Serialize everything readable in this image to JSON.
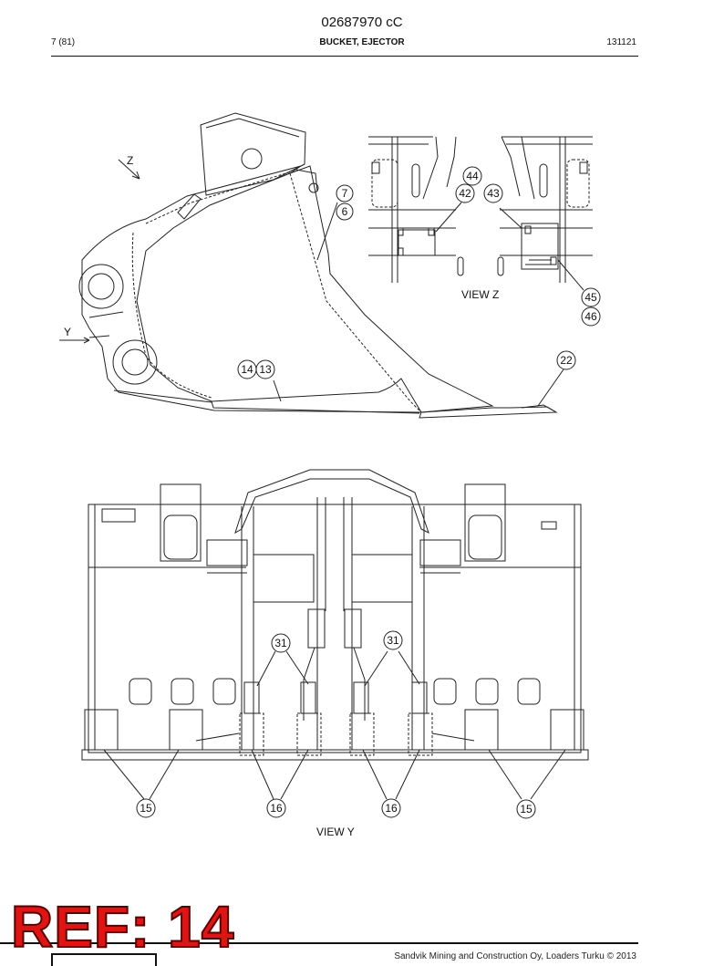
{
  "header": {
    "document_number": "02687970 cC",
    "page": "7 (81)",
    "title": "BUCKET, EJECTOR",
    "code": "131121"
  },
  "views": {
    "side_direction_z": "Z",
    "side_direction_y": "Y",
    "view_z_caption": "VIEW Z",
    "view_y_caption": "VIEW Y"
  },
  "callouts": {
    "c7": "7",
    "c6": "6",
    "c44": "44",
    "c42": "42",
    "c43": "43",
    "c45": "45",
    "c46": "46",
    "c22": "22",
    "c14": "14",
    "c13": "13",
    "c31a": "31",
    "c31b": "31",
    "c15a": "15",
    "c16a": "16",
    "c16b": "16",
    "c15b": "15"
  },
  "reference": "REF: 14",
  "footer": {
    "copyright": "Sandvik Mining and Construction Oy, Loaders Turku © 2013"
  }
}
